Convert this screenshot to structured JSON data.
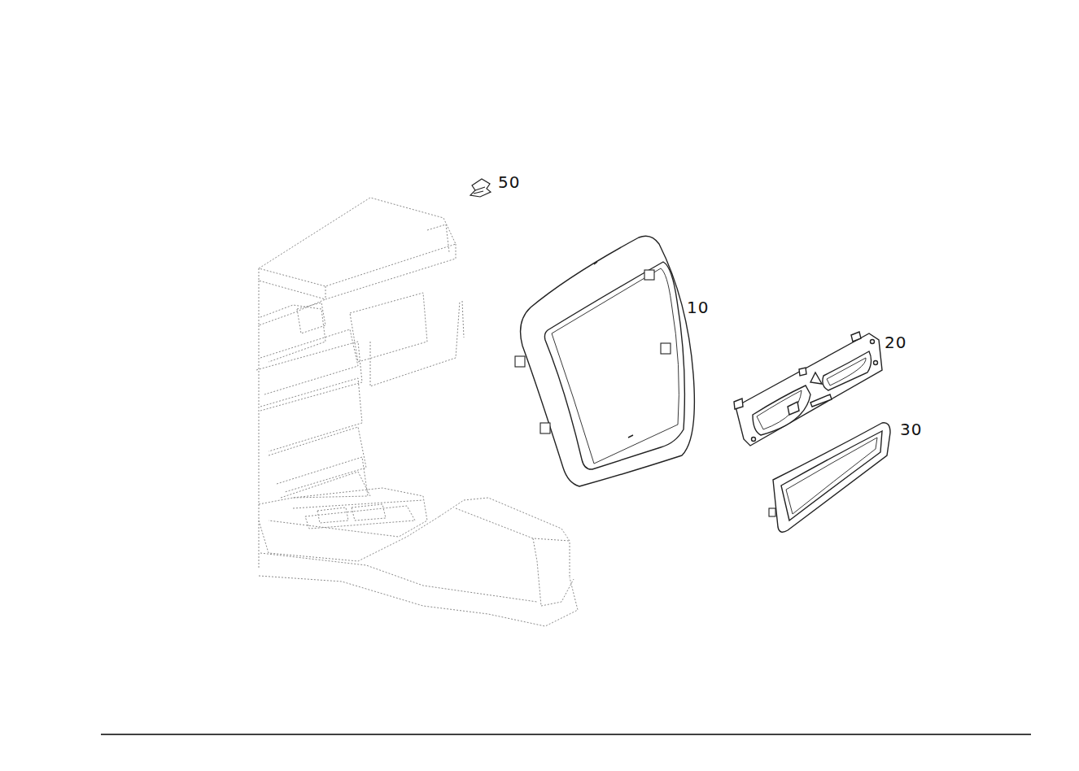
{
  "diagram": {
    "labels": [
      "50",
      "10",
      "20",
      "30"
    ]
  }
}
